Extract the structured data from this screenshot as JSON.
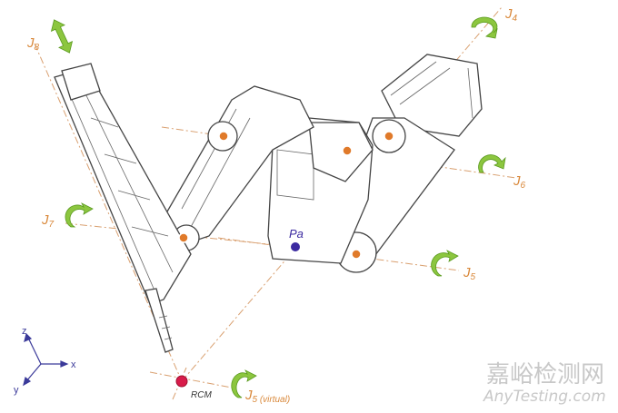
{
  "labels": {
    "j8": "J",
    "j8_sub": "8",
    "j4": "J",
    "j4_sub": "4",
    "j7": "J",
    "j7_sub": "7",
    "j6": "J",
    "j6_sub": "6",
    "j5": "J",
    "j5_sub": "5",
    "j5v": "J",
    "j5v_sub": "5 (virtual)",
    "pa": "Pa",
    "rcm": "RCM"
  },
  "frame": {
    "x": "x",
    "y": "y",
    "z": "z"
  },
  "watermark": {
    "line1": "嘉峪检测网",
    "line2": "AnyTesting.com"
  },
  "colors": {
    "axis_label": "#d9883a",
    "arrow": "#8cc63f",
    "rcm": "#d81b4a",
    "pa": "#3b2aa0",
    "frame": "#3b3a9a"
  }
}
